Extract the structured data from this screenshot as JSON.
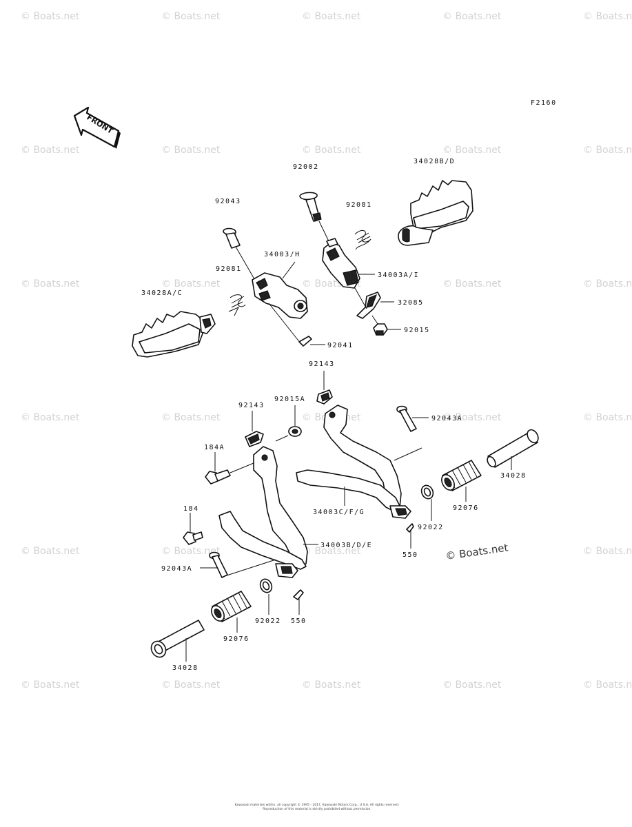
{
  "figure_code": "F2160",
  "front_label": "FRONT",
  "site_watermark": "© Boats.net",
  "watermark_text": "© Boats.net",
  "copyright": [
    "Kawasaki materials within, all copyright © 1995 - 2017, Kawasaki Motors Corp., U.S.A. All rights reserved.",
    "Reproduction of this material is strictly prohibited without permission."
  ],
  "labels": {
    "p92002": "92002",
    "p34028BD": "34028B/D",
    "p92043_top": "92043",
    "p92081_right": "92081",
    "p34003H": "34003/H",
    "p34003AI": "34003A/I",
    "p92081_left": "92081",
    "p34028AC": "34028A/C",
    "p32085": "32085",
    "p92015": "92015",
    "p92041": "92041",
    "p92143_top": "92143",
    "p92143_left": "92143",
    "p92015A": "92015A",
    "p92043A_right": "92043A",
    "p184A": "184A",
    "p34028_right": "34028",
    "p34003CFG": "34003C/F/G",
    "p92076_right": "92076",
    "p184": "184",
    "p92022_right": "92022",
    "p34003BDE": "34003B/D/E",
    "p550_right": "550",
    "p92043A_left": "92043A",
    "p92022_left": "92022",
    "p550_left": "550",
    "p92076_left": "92076",
    "p34028_left": "34028"
  }
}
